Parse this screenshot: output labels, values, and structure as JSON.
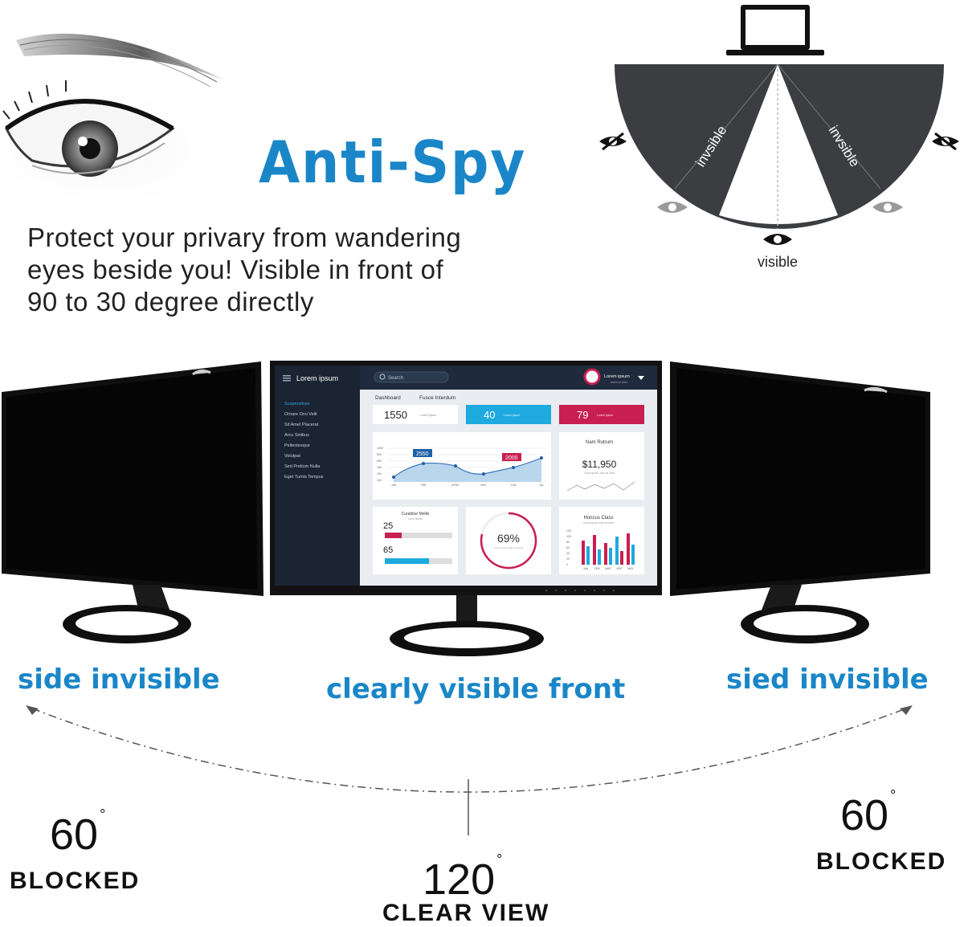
{
  "headline": "Anti-Spy",
  "tagline": {
    "lines": [
      "Protect your privary from wandering",
      "eyes beside you! Visible in front of",
      "90 to 30 degree directly"
    ]
  },
  "diagram": {
    "left_label": "invsible",
    "right_label": "invsible",
    "center_label": "visible"
  },
  "screen": {
    "brand": "Lorem ipsum",
    "search_placeholder": "Search",
    "user_name": "Lorem ipsum",
    "user_sub": "lorem et dolor",
    "menu": [
      "Suspendisse",
      "Ornare Orci Velit",
      "Sit Amet Placerat",
      "Arcu Sinibus",
      "Pellentesque",
      "Volutpat",
      "Sed Pretium Nulla",
      "Eget Turnis Tempus"
    ],
    "tabs": [
      "Dashboard",
      "Fusce Interdum"
    ],
    "kpis": [
      {
        "value": "1550",
        "label": "Lorem ipsum"
      },
      {
        "value": "40",
        "label": "Lorem ipsum"
      },
      {
        "value": "79",
        "label": "Lorem ipsum"
      }
    ],
    "line_chart": {
      "y_ticks": [
        "1000",
        "800",
        "600",
        "400",
        "200",
        "100"
      ],
      "months": [
        "JAN",
        "FEB",
        "APRIL",
        "MAY",
        "JUN",
        "JUL"
      ],
      "callout_1": "2550",
      "callout_2": "2000"
    },
    "summary": {
      "title": "Nam Rutrum",
      "value": "$11,950",
      "sub": "Lorem ipsum dolor sit amet"
    },
    "progress": {
      "title": "Curabitur Mollis",
      "sub": "Lorem ipsum",
      "item_1": "25",
      "item_2": "65"
    },
    "gauge": {
      "value": "69%",
      "sub": "Lorem ipsum dolor sit amet"
    },
    "bar_chart": {
      "title": "Honcus Class",
      "sub": "Lorem ipsum dolor sit amet",
      "y_ticks": [
        "120",
        "100",
        "80",
        "60",
        "40",
        "20",
        "0"
      ],
      "months": [
        "JAN",
        "FEB",
        "MAR",
        "APR",
        "MAY"
      ]
    }
  },
  "captions": {
    "left": "side invisible",
    "center": "clearly visible front",
    "right": "sied invisible"
  },
  "angles": {
    "left": {
      "value": "60",
      "label": "BLOCKED"
    },
    "center": {
      "value": "120",
      "label": "CLEAR VIEW"
    },
    "right": {
      "value": "60",
      "label": "BLOCKED"
    },
    "degree_symbol": "°"
  },
  "colors": {
    "accent_blue": "#1a86c8",
    "kpi_cyan": "#1ea9df",
    "kpi_crimson": "#c81f50",
    "screen_dark": "#1b2433",
    "diagram_gray": "#3b3d40"
  }
}
